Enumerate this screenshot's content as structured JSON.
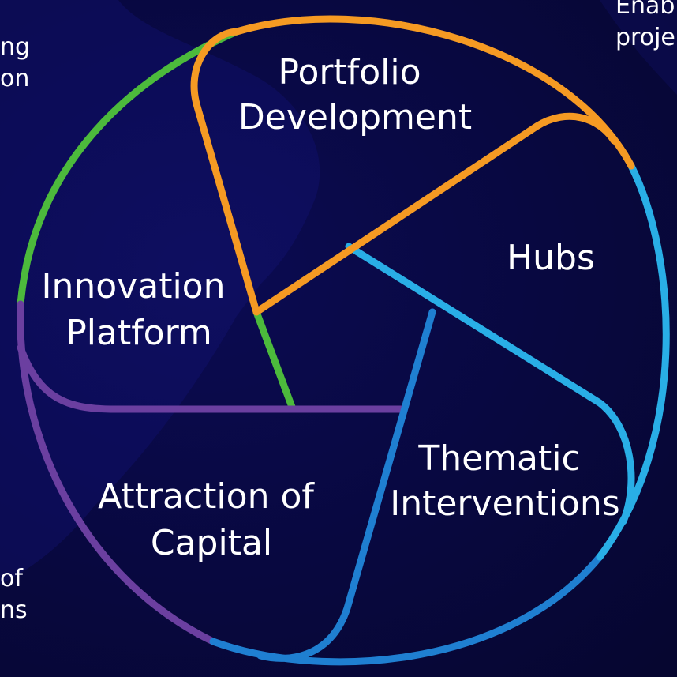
{
  "edge_text": {
    "top_left": [
      "ng",
      "on"
    ],
    "bottom_left": [
      "of",
      "ns"
    ],
    "top_right": [
      "Enab",
      "proje"
    ]
  },
  "segments": [
    {
      "id": "portfolio-development",
      "lines": [
        "Portfolio",
        "Development"
      ],
      "color": "#f59a23"
    },
    {
      "id": "hubs",
      "lines": [
        "Hubs"
      ],
      "color": "#29aee6"
    },
    {
      "id": "thematic-interventions",
      "lines": [
        "Thematic",
        "Interventions"
      ],
      "color": "#1f7fd1"
    },
    {
      "id": "attraction-of-capital",
      "lines": [
        "Attraction of",
        "Capital"
      ],
      "color": "#6b3fa0"
    },
    {
      "id": "innovation-platform",
      "lines": [
        "Innovation",
        "Platform"
      ],
      "color": "#4cba3c"
    }
  ],
  "colors": {
    "background": "#07073a",
    "text": "#ffffff"
  }
}
